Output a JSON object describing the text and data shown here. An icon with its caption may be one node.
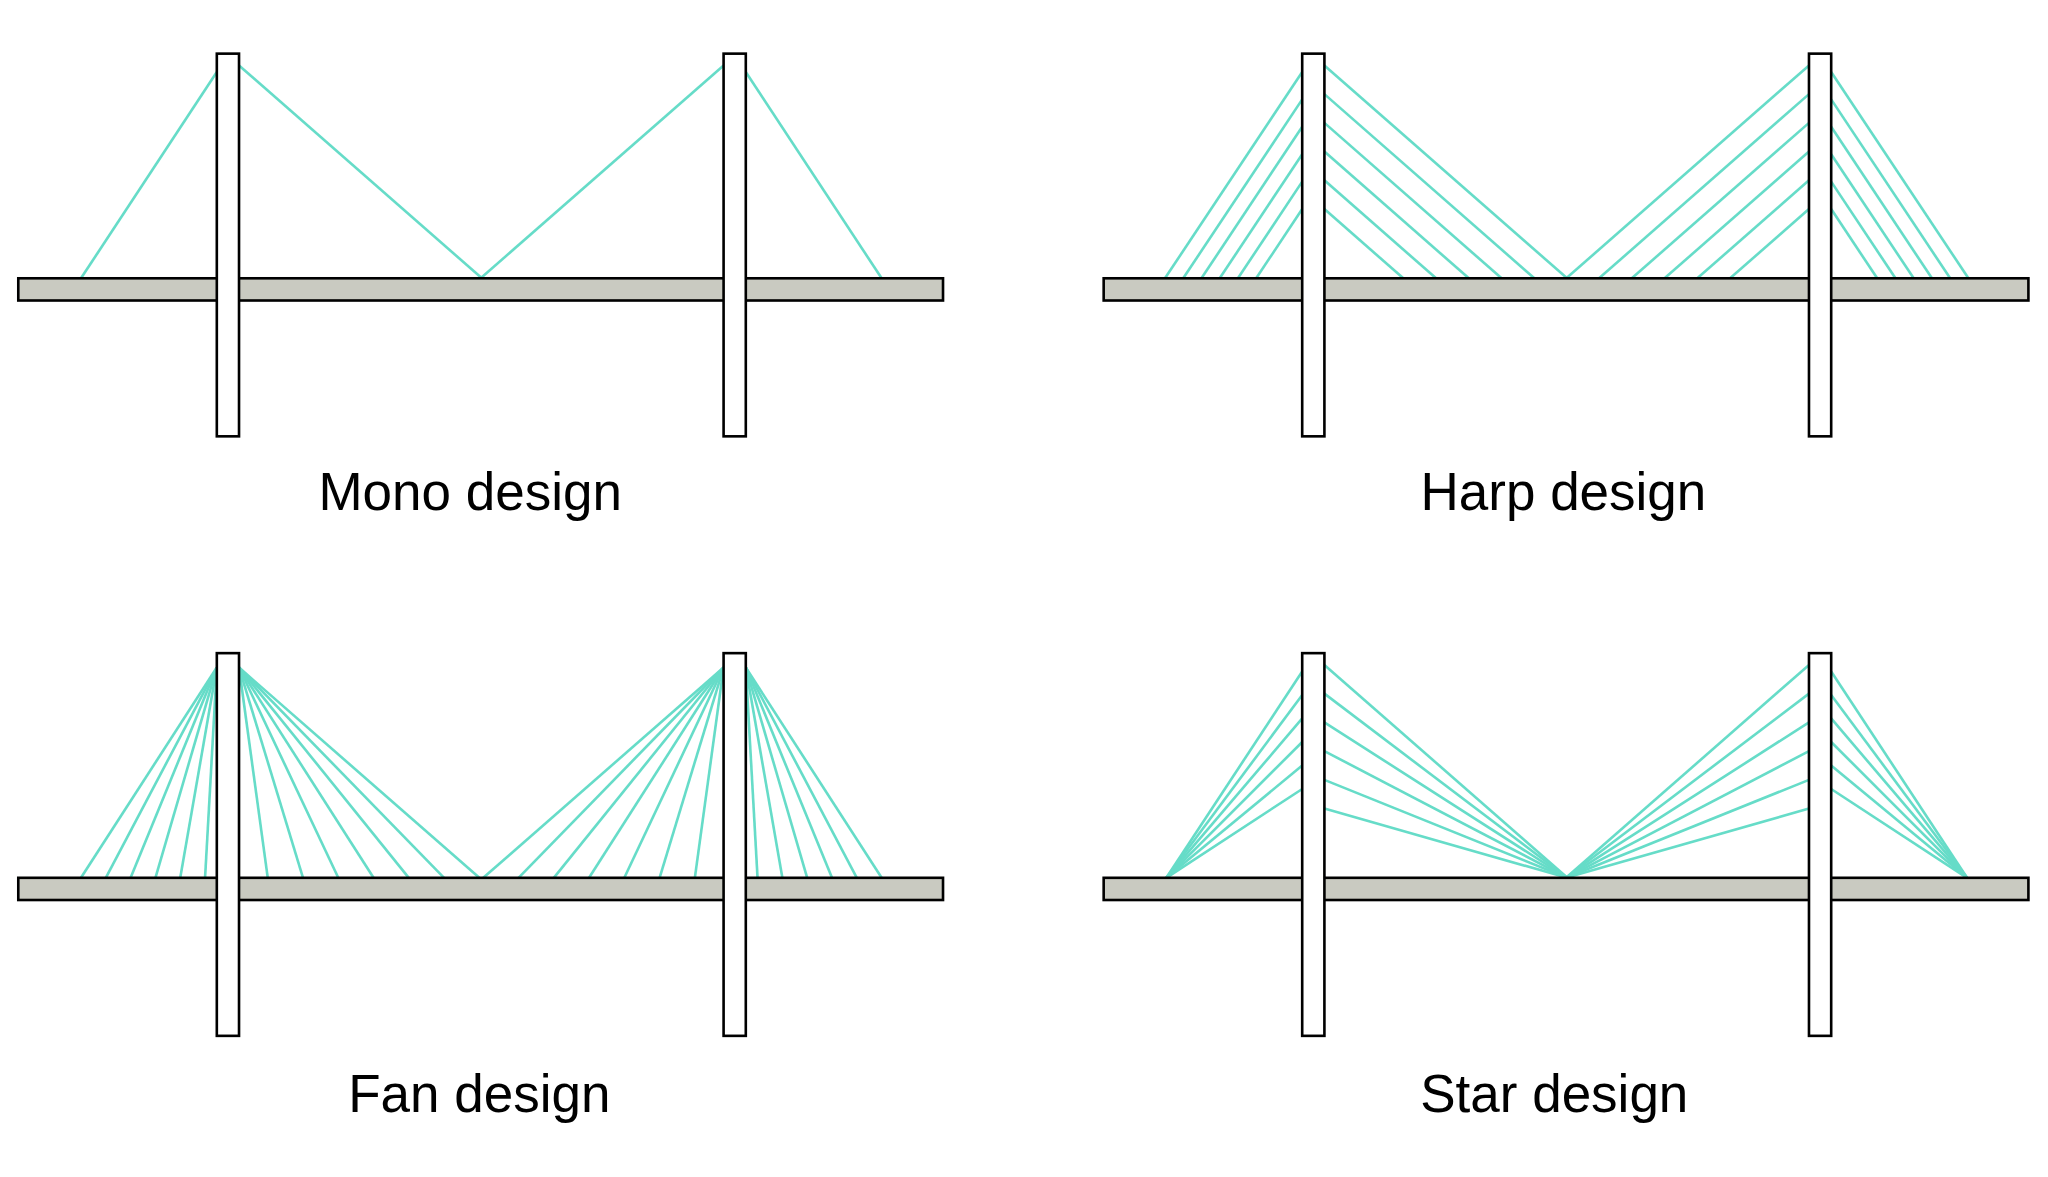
{
  "diagram": {
    "labels": [
      "Mono design",
      "Harp design",
      "Fan design",
      "Star design"
    ]
  }
}
